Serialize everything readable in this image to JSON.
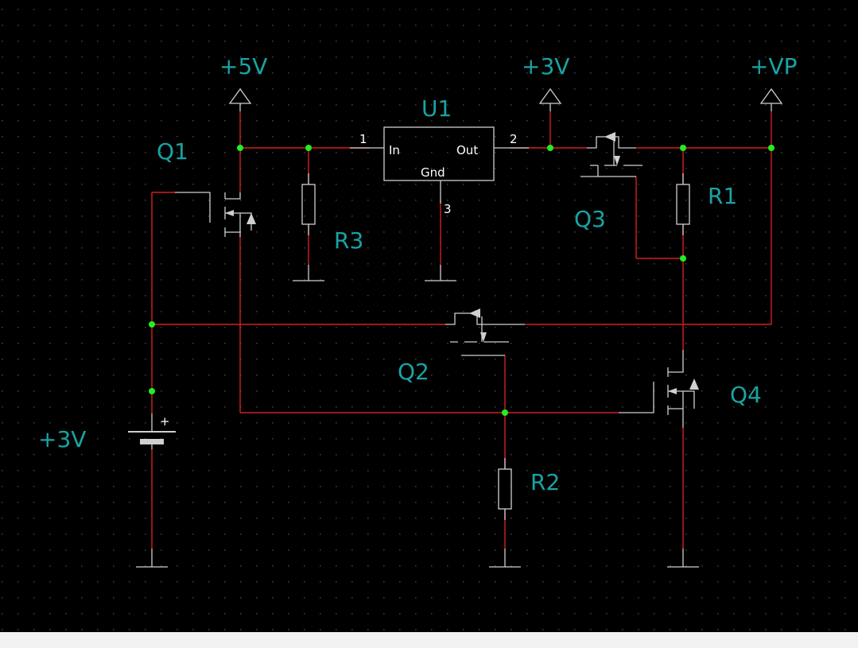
{
  "colors": {
    "background": "#000000",
    "grid": "#3a3a3a",
    "wire": "#d42020",
    "symbol": "#cfcfcf",
    "junction": "#22ee22",
    "label": "#1aa3a3",
    "pin_text": "#ffffff",
    "statusbar": "#f2f2f2"
  },
  "power": {
    "p5v": "+5V",
    "p3v": "+3V",
    "pvp": "+VP",
    "battery": "+3V",
    "battery_plus": "+"
  },
  "components": {
    "u1": {
      "ref": "U1",
      "in_label": "In",
      "out_label": "Out",
      "gnd_label": "Gnd",
      "pin_in": "1",
      "pin_out": "2",
      "pin_gnd": "3"
    },
    "q1": "Q1",
    "q2": "Q2",
    "q3": "Q3",
    "q4": "Q4",
    "r1": "R1",
    "r2": "R2",
    "r3": "R3"
  },
  "icons": {
    "power_symbol": "triangle-arrow-icon",
    "ground": "ground-bar-icon",
    "battery": "battery-cell-icon",
    "mosfet": "p-channel-mosfet-icon",
    "resistor": "resistor-icon"
  }
}
